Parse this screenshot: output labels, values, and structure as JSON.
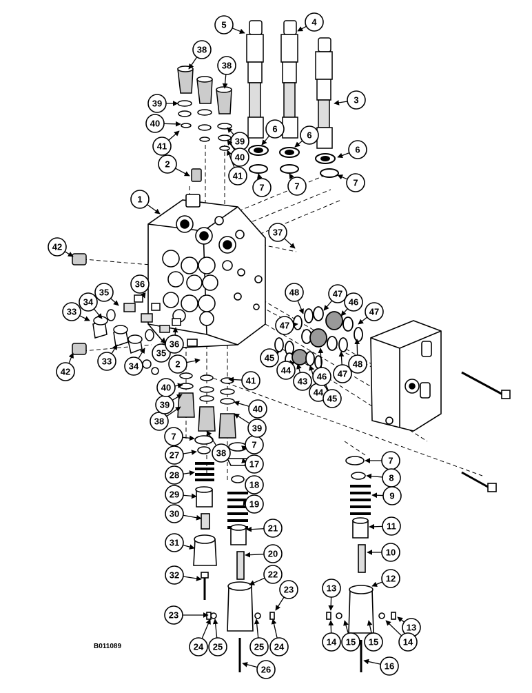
{
  "figure": {
    "code": "B011089"
  },
  "callouts": [
    {
      "id": "c1",
      "label": "1"
    },
    {
      "id": "c2a",
      "label": "2"
    },
    {
      "id": "c2b",
      "label": "2"
    },
    {
      "id": "c3",
      "label": "3"
    },
    {
      "id": "c4",
      "label": "4"
    },
    {
      "id": "c5",
      "label": "5"
    },
    {
      "id": "c6a",
      "label": "6"
    },
    {
      "id": "c6b",
      "label": "6"
    },
    {
      "id": "c6c",
      "label": "6"
    },
    {
      "id": "c7a",
      "label": "7"
    },
    {
      "id": "c7b",
      "label": "7"
    },
    {
      "id": "c7c",
      "label": "7"
    },
    {
      "id": "c7d",
      "label": "7"
    },
    {
      "id": "c7e",
      "label": "7"
    },
    {
      "id": "c7f",
      "label": "7"
    },
    {
      "id": "c8",
      "label": "8"
    },
    {
      "id": "c9",
      "label": "9"
    },
    {
      "id": "c10",
      "label": "10"
    },
    {
      "id": "c11",
      "label": "11"
    },
    {
      "id": "c12",
      "label": "12"
    },
    {
      "id": "c13a",
      "label": "13"
    },
    {
      "id": "c13b",
      "label": "13"
    },
    {
      "id": "c14a",
      "label": "14"
    },
    {
      "id": "c14b",
      "label": "14"
    },
    {
      "id": "c15a",
      "label": "15"
    },
    {
      "id": "c15b",
      "label": "15"
    },
    {
      "id": "c16",
      "label": "16"
    },
    {
      "id": "c17",
      "label": "17"
    },
    {
      "id": "c18",
      "label": "18"
    },
    {
      "id": "c19",
      "label": "19"
    },
    {
      "id": "c20",
      "label": "20"
    },
    {
      "id": "c21",
      "label": "21"
    },
    {
      "id": "c22",
      "label": "22"
    },
    {
      "id": "c23a",
      "label": "23"
    },
    {
      "id": "c23b",
      "label": "23"
    },
    {
      "id": "c24a",
      "label": "24"
    },
    {
      "id": "c24b",
      "label": "24"
    },
    {
      "id": "c25a",
      "label": "25"
    },
    {
      "id": "c25b",
      "label": "25"
    },
    {
      "id": "c26",
      "label": "26"
    },
    {
      "id": "c27",
      "label": "27"
    },
    {
      "id": "c28",
      "label": "28"
    },
    {
      "id": "c29",
      "label": "29"
    },
    {
      "id": "c30",
      "label": "30"
    },
    {
      "id": "c31",
      "label": "31"
    },
    {
      "id": "c32",
      "label": "32"
    },
    {
      "id": "c33a",
      "label": "33"
    },
    {
      "id": "c33b",
      "label": "33"
    },
    {
      "id": "c34a",
      "label": "34"
    },
    {
      "id": "c34b",
      "label": "34"
    },
    {
      "id": "c35a",
      "label": "35"
    },
    {
      "id": "c35b",
      "label": "35"
    },
    {
      "id": "c36a",
      "label": "36"
    },
    {
      "id": "c36b",
      "label": "36"
    },
    {
      "id": "c37",
      "label": "37"
    },
    {
      "id": "c38a",
      "label": "38"
    },
    {
      "id": "c38b",
      "label": "38"
    },
    {
      "id": "c38c",
      "label": "38"
    },
    {
      "id": "c38d",
      "label": "38"
    },
    {
      "id": "c39a",
      "label": "39"
    },
    {
      "id": "c39b",
      "label": "39"
    },
    {
      "id": "c39c",
      "label": "39"
    },
    {
      "id": "c39d",
      "label": "39"
    },
    {
      "id": "c40a",
      "label": "40"
    },
    {
      "id": "c40b",
      "label": "40"
    },
    {
      "id": "c40c",
      "label": "40"
    },
    {
      "id": "c40d",
      "label": "40"
    },
    {
      "id": "c41a",
      "label": "41"
    },
    {
      "id": "c41b",
      "label": "41"
    },
    {
      "id": "c41c",
      "label": "41"
    },
    {
      "id": "c42a",
      "label": "42"
    },
    {
      "id": "c42b",
      "label": "42"
    },
    {
      "id": "c43",
      "label": "43"
    },
    {
      "id": "c44a",
      "label": "44"
    },
    {
      "id": "c44b",
      "label": "44"
    },
    {
      "id": "c45a",
      "label": "45"
    },
    {
      "id": "c45b",
      "label": "45"
    },
    {
      "id": "c46a",
      "label": "46"
    },
    {
      "id": "c46b",
      "label": "46"
    },
    {
      "id": "c47a",
      "label": "47"
    },
    {
      "id": "c47b",
      "label": "47"
    },
    {
      "id": "c47c",
      "label": "47"
    },
    {
      "id": "c47d",
      "label": "47"
    },
    {
      "id": "c48a",
      "label": "48"
    },
    {
      "id": "c48b",
      "label": "48"
    }
  ]
}
